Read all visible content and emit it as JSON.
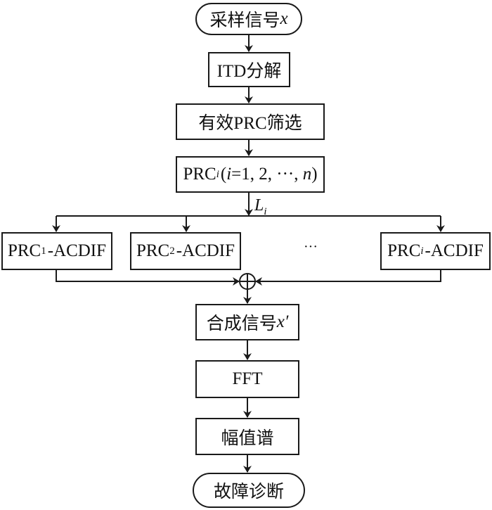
{
  "diagram": {
    "type": "flowchart",
    "nodes": {
      "start": {
        "text": "采样信号",
        "var": "x"
      },
      "itd": {
        "text": "ITD分解"
      },
      "filter": {
        "text": "有效PRC筛选"
      },
      "prc_set": {
        "prefix": "PRC",
        "sub": "i",
        "open": "(",
        "var_i": "i",
        "rest": "=1, 2, ···, ",
        "var_n": "n",
        "close": ")"
      },
      "acdif_1": {
        "prefix": "PRC",
        "sub": "1",
        "suffix": "-ACDIF"
      },
      "acdif_2": {
        "prefix": "PRC",
        "sub": "2",
        "suffix": "-ACDIF"
      },
      "ellipsis": "···",
      "acdif_i": {
        "prefix": "PRC",
        "sub": "i",
        "suffix": "-ACDIF"
      },
      "sum": {
        "symbol": "⊕"
      },
      "synth": {
        "text": "合成信号",
        "var": "x′"
      },
      "fft": {
        "text": "FFT"
      },
      "spectrum": {
        "text": "幅值谱"
      },
      "end": {
        "text": "故障诊断"
      }
    },
    "edge_labels": {
      "li": {
        "main": "L",
        "sub": "i"
      }
    },
    "edges": [
      [
        "start",
        "itd"
      ],
      [
        "itd",
        "filter"
      ],
      [
        "filter",
        "prc_set"
      ],
      [
        "prc_set",
        "acdif_1"
      ],
      [
        "prc_set",
        "acdif_2"
      ],
      [
        "prc_set",
        "acdif_i"
      ],
      [
        "acdif_1",
        "sum"
      ],
      [
        "acdif_i",
        "sum"
      ],
      [
        "sum",
        "synth"
      ],
      [
        "synth",
        "fft"
      ],
      [
        "fft",
        "spectrum"
      ],
      [
        "spectrum",
        "end"
      ]
    ]
  }
}
